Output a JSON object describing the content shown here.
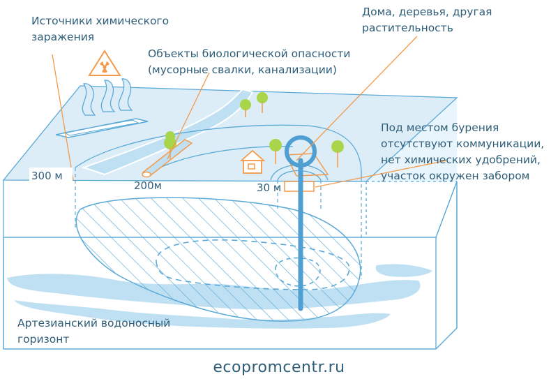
{
  "labels": {
    "chemical_sources": [
      "Источники химического",
      "заражения"
    ],
    "bio_hazard": [
      "Объекты биологической опасности",
      "(мусорные свалки, канализации)"
    ],
    "vegetation": [
      "Дома, деревья, другая",
      "растительность"
    ],
    "drilling_site": [
      "Под местом бурения",
      "отсутствуют коммуникации,",
      "нет химических удобрений,",
      "участок окружен забором"
    ],
    "aquifer": [
      "Артезианский водоносный",
      "горизонт"
    ]
  },
  "distances": {
    "d300": "300 м",
    "d200": "200м",
    "d30": "30 м"
  },
  "website": "ecopromcentr.ru",
  "colors": {
    "line": "#5aa9d6",
    "text": "#2f5d78",
    "surface": "#ddeff9",
    "water": "#bfe0f3",
    "orange": "#f39a4a",
    "tree": "#a8d54a",
    "well": "#4f9fd2"
  },
  "icons": [
    "radiation-warning-icon",
    "house-icon",
    "tree-icon",
    "well-icon"
  ]
}
